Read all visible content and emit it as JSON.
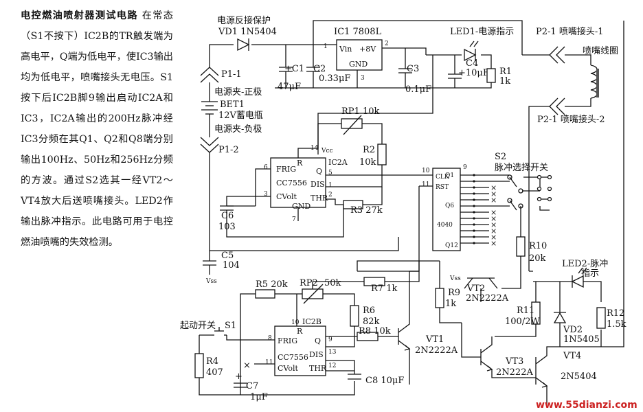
{
  "description": {
    "title": "电控燃油喷射器测试电路",
    "body": "在常态（S1不按下）IC2B的TR触发端为高电平，Q端为低电平，使IC3输出均为低电平，喷嘴接头无电压。S1按下后IC2B脚9输出启动IC2A和IC3，IC2A输出的200Hz脉冲经IC3分频在其Q1、Q2和Q8端分别输出100Hz、50Hz和256Hz分频的方波。通过S2选其一经VT2～VT4放大后送喷嘴接头。LED2作输出脉冲指示。此电路可用于电控燃油喷嘴的失效检测。"
  },
  "labels": {
    "power_protect": "电源反接保护",
    "vd1": "VD1 1N5404",
    "ic1": "IC1 7808L",
    "vin": "Vin",
    "plus8v": "+8V",
    "gnd": "GND",
    "led1": "LED1-电源指示",
    "p2_1": "P2-1 喷嘴接头-1",
    "coil": "喷嘴线圈",
    "p2_2": "P2-1 喷嘴接头-2",
    "p1_1": "P1-1",
    "clip_pos": "电源夹-正极",
    "bet1": "BET1",
    "battery": "12V蓄电瓶",
    "clip_neg": "电源夹-负极",
    "p1_2": "P1-2",
    "c1": "+C1",
    "c1_val": "47μF",
    "c2": "C2",
    "c2_val": "0.33μF",
    "c3": "C3",
    "c3_val": "0.1μF",
    "c4": "C4",
    "c4_val": "+10μF",
    "r1": "R1",
    "r1_val": "1k",
    "rp1": "RP1 10k",
    "r2": "R2",
    "r2_val": "10k",
    "ic2a": "IC2A",
    "cc7556a": "CC7556",
    "frig": "FRIG",
    "cvolt": "CVolt",
    "dis": "DIS",
    "thr": "THR",
    "q": "Q",
    "r": "R",
    "vcc": "Vcc",
    "r3": "R3 27k",
    "c6": "C6",
    "c6_val": "103",
    "c5": "C5",
    "c5_val": "104",
    "vss": "Vss",
    "s2": "S2",
    "s2_name": "脉冲选择开关",
    "clk": "CLK",
    "rst": "RST",
    "ic4040": "4040",
    "q1": "Q1",
    "q6": "Q6",
    "q12": "Q12",
    "r10": "R10",
    "r10_val": "20k",
    "led2": "LED2-脉冲",
    "led2_b": "指示",
    "r5": "R5 20k",
    "rp2": "RP2",
    "rp2_val": "50k",
    "r7": "R7 1k",
    "r9": "R9",
    "r9_val": "1k",
    "vt2": "VT2",
    "vt2_type": "2N2222A",
    "r6": "R6",
    "r6_val": "82k",
    "ic2b": "IC2B",
    "cc7556b": "CC7556",
    "start_switch": "起动开关",
    "s1": "S1",
    "r8": "R8 10k",
    "vt1": "VT1",
    "vt1_type": "2N2222A",
    "r11": "R11",
    "r11_val": "100/2W",
    "vd2": "VD2",
    "vd2_type": "1N5405",
    "r12": "R12",
    "r12_val": "1.5k",
    "r4": "R4",
    "r4_val": "407",
    "c7": "C7",
    "c7_val": "1μF",
    "c8": "C8 10μF",
    "vt3": "VT3",
    "vt3_type": "2N222A",
    "vt4": "VT4",
    "vt4_type": "2N5404",
    "pin1": "1",
    "pin2": "2",
    "pin3": "3",
    "pin5": "5",
    "pin6": "6",
    "pin7": "7",
    "pin8": "8",
    "pin9": "9",
    "pin10": "10",
    "pin11": "11",
    "pin12": "12",
    "pin13": "13",
    "pin14": "14",
    "watermark": "www.55dianzi.com"
  }
}
